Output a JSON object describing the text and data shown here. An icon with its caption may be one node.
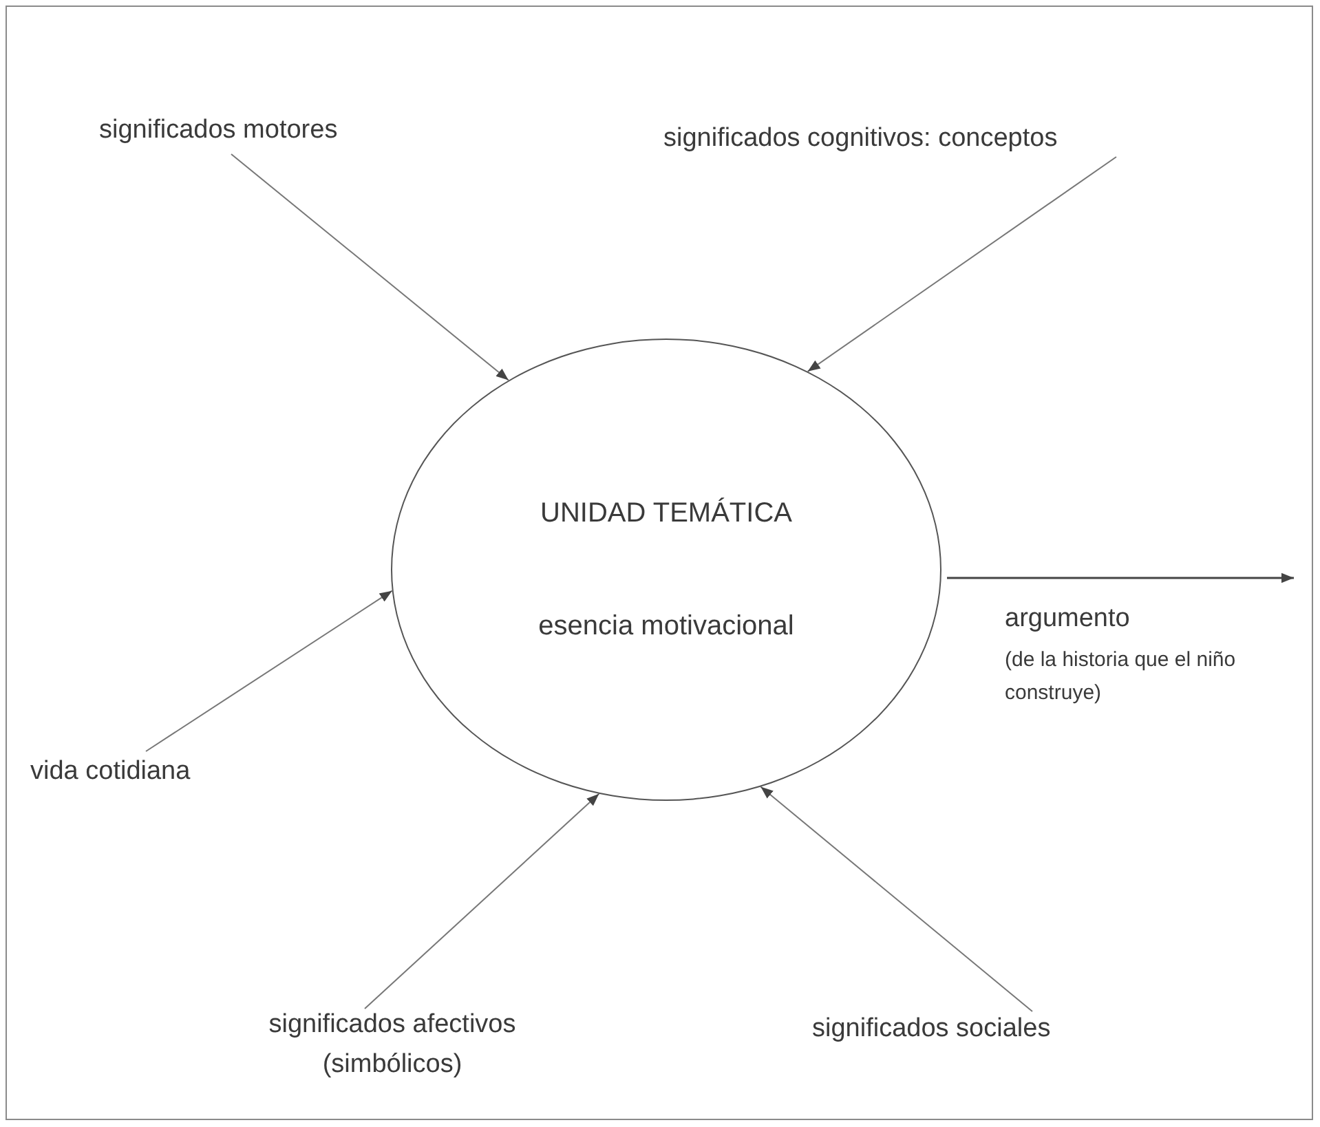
{
  "diagram": {
    "nodes": [
      {
        "text": [
          "UNIDAD TEMÁTICA",
          "esencia motivacional"
        ]
      },
      {
        "text": [
          "significados motores"
        ]
      },
      {
        "text": [
          "significados cognitivos: conceptos"
        ]
      },
      {
        "text": [
          "vida cotidiana"
        ]
      },
      {
        "text": [
          "significados afectivos (simbólicos)"
        ]
      },
      {
        "text": [
          "significados sociales"
        ]
      }
    ],
    "edges": [
      {
        "from": 1,
        "to": 0,
        "arrow": "to"
      },
      {
        "from": 2,
        "to": 0,
        "arrow": "to"
      },
      {
        "from": 3,
        "to": 0,
        "arrow": "to"
      },
      {
        "from": 4,
        "to": 0,
        "arrow": "to"
      },
      {
        "from": 5,
        "to": 0,
        "arrow": "to"
      },
      {
        "from": 0,
        "to": null,
        "arrow": "to",
        "label": "argumento"
      }
    ],
    "labels": [
      "(de la historia que el niño construye)"
    ]
  }
}
